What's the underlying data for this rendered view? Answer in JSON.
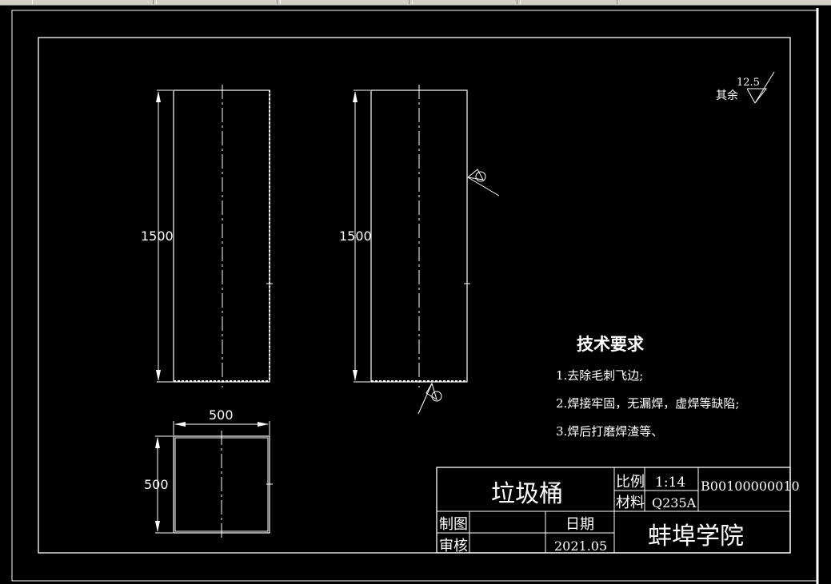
{
  "drawing": {
    "front_view": {
      "height_label": "1500"
    },
    "side_view": {
      "height_label": "1500"
    },
    "top_view": {
      "width_label": "500",
      "depth_label": "500"
    },
    "roughness": {
      "prefix": "其余",
      "value": "12.5"
    },
    "tech_requirements": {
      "title": "技术要求",
      "items": [
        "1.去除毛刺飞边;",
        "2.焊接牢固，无漏焊，虚焊等缺陷;",
        "3.焊后打磨焊渣等、"
      ]
    },
    "title_block": {
      "part_name": "垃圾桶",
      "scale_label": "比例",
      "scale_value": "1:14",
      "material_label": "材料",
      "material_value": "Q235A",
      "drawing_number": "B00100000010",
      "drawn_by_label": "制图",
      "reviewed_by_label": "审核",
      "date_label": "日期",
      "date_value": "2021.05",
      "institution": "蚌埠学院"
    }
  }
}
